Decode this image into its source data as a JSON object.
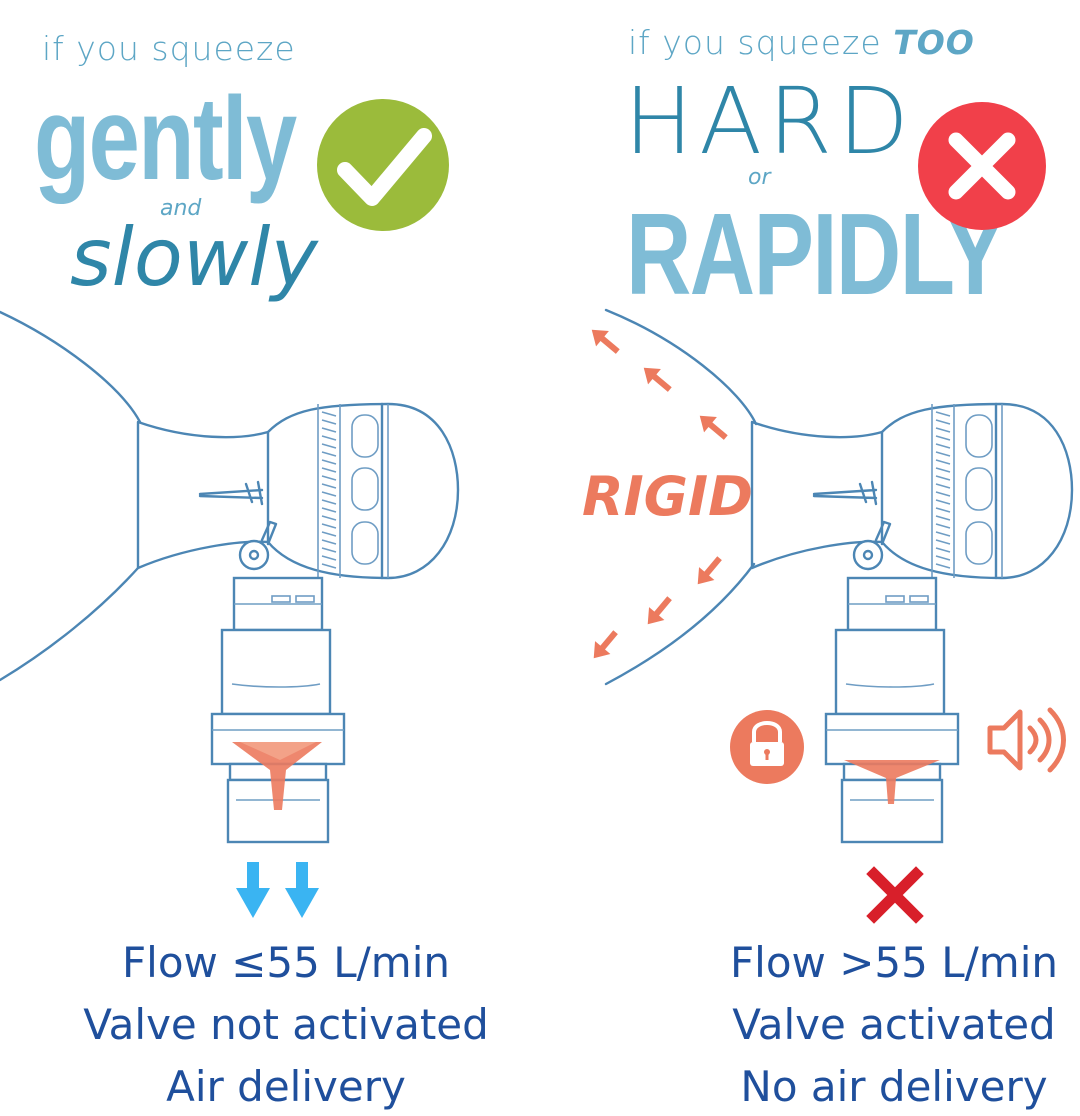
{
  "left": {
    "lead": "if you squeeze",
    "word1": "gently",
    "connector": "and",
    "word2": "slowly",
    "badge_icon": "check-icon",
    "badge_color": "#9bbb3b",
    "flow_arrow_color": "#3ab4f2",
    "caption": [
      "Flow ≤55 L/min",
      "Valve not activated",
      "Air delivery"
    ]
  },
  "right": {
    "lead": "if you squeeze",
    "lead_emph": "TOO",
    "word1": "HARD",
    "connector": "or",
    "word2": "RAPIDLY",
    "rigid_label": "RIGID",
    "badge_icon": "cross-icon",
    "badge_color": "#f1404a",
    "lock_icon": "lock-icon",
    "sound_icon": "speaker-icon",
    "blocked_icon": "blocked-x-icon",
    "blocked_color": "#d81f2a",
    "accent_color": "#ec7a5e",
    "caption": [
      "Flow >55 L/min",
      "Valve activated",
      "No air delivery"
    ]
  },
  "colors": {
    "line": "#4c86b4",
    "text_blue": "#1f4f9c",
    "headline_light": "#7fbcd6",
    "headline_dark": "#2f86a8"
  }
}
